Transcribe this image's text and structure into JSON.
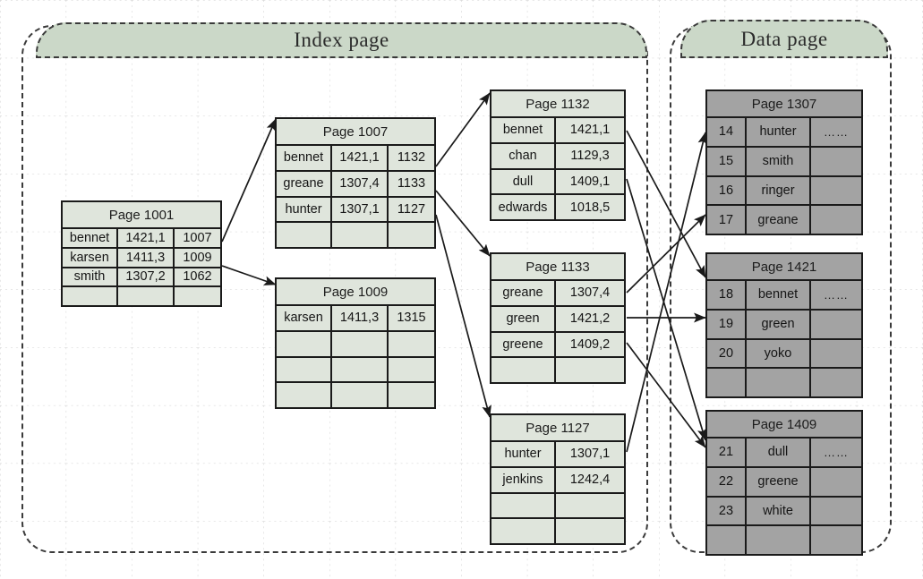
{
  "regions": {
    "index": {
      "label": "Index page"
    },
    "data": {
      "label": "Data page"
    }
  },
  "colors": {
    "index_cell": "#dfe5dc",
    "data_cell": "#a3a3a3",
    "banner": "#cbd8c8",
    "border": "#1a1a1a",
    "region_border": "#3a3a3a"
  },
  "index_pages": [
    {
      "id": "page-1001",
      "title": "Page 1001",
      "level": "root",
      "columns": 3,
      "rows": [
        [
          "bennet",
          "1421,1",
          "1007"
        ],
        [
          "karsen",
          "1411,3",
          "1009"
        ],
        [
          "smith",
          "1307,2",
          "1062"
        ],
        [
          "",
          "",
          ""
        ]
      ]
    },
    {
      "id": "page-1007",
      "title": "Page 1007",
      "level": "intermediate",
      "columns": 3,
      "rows": [
        [
          "bennet",
          "1421,1",
          "1132"
        ],
        [
          "greane",
          "1307,4",
          "1133"
        ],
        [
          "hunter",
          "1307,1",
          "1127"
        ],
        [
          "",
          "",
          ""
        ]
      ]
    },
    {
      "id": "page-1009",
      "title": "Page 1009",
      "level": "intermediate",
      "columns": 3,
      "rows": [
        [
          "karsen",
          "1411,3",
          "1315"
        ],
        [
          "",
          "",
          ""
        ],
        [
          "",
          "",
          ""
        ],
        [
          "",
          "",
          ""
        ]
      ]
    },
    {
      "id": "page-1132",
      "title": "Page 1132",
      "level": "leaf",
      "columns": 2,
      "rows": [
        [
          "bennet",
          "1421,1"
        ],
        [
          "chan",
          "1129,3"
        ],
        [
          "dull",
          "1409,1"
        ],
        [
          "edwards",
          "1018,5"
        ]
      ]
    },
    {
      "id": "page-1133",
      "title": "Page 1133",
      "level": "leaf",
      "columns": 2,
      "rows": [
        [
          "greane",
          "1307,4"
        ],
        [
          "green",
          "1421,2"
        ],
        [
          "greene",
          "1409,2"
        ],
        [
          "",
          ""
        ]
      ]
    },
    {
      "id": "page-1127",
      "title": "Page 1127",
      "level": "leaf",
      "columns": 2,
      "rows": [
        [
          "hunter",
          "1307,1"
        ],
        [
          "jenkins",
          "1242,4"
        ],
        [
          "",
          ""
        ],
        [
          "",
          ""
        ]
      ]
    }
  ],
  "data_pages": [
    {
      "id": "page-1307",
      "title": "Page 1307",
      "columns": 3,
      "rows": [
        [
          "14",
          "hunter",
          "……"
        ],
        [
          "15",
          "smith",
          ""
        ],
        [
          "16",
          "ringer",
          ""
        ],
        [
          "17",
          "greane",
          ""
        ]
      ]
    },
    {
      "id": "page-1421",
      "title": "Page 1421",
      "columns": 3,
      "rows": [
        [
          "18",
          "bennet",
          "……"
        ],
        [
          "19",
          "green",
          ""
        ],
        [
          "20",
          "yoko",
          ""
        ],
        [
          "",
          "",
          ""
        ]
      ]
    },
    {
      "id": "page-1409",
      "title": "Page 1409",
      "columns": 3,
      "rows": [
        [
          "21",
          "dull",
          "……"
        ],
        [
          "22",
          "greene",
          ""
        ],
        [
          "23",
          "white",
          ""
        ],
        [
          "",
          "",
          ""
        ]
      ]
    }
  ],
  "connections": [
    {
      "from": "page-1001.row0",
      "to": "page-1007",
      "label": "1007"
    },
    {
      "from": "page-1001.row1",
      "to": "page-1009",
      "label": "1009"
    },
    {
      "from": "page-1007.row0",
      "to": "page-1132",
      "label": "1132"
    },
    {
      "from": "page-1007.row1",
      "to": "page-1133",
      "label": "1133"
    },
    {
      "from": "page-1007.row2",
      "to": "page-1127",
      "label": "1127"
    },
    {
      "from": "page-1132.row0",
      "to": "page-1421.row0",
      "label": "1421,1"
    },
    {
      "from": "page-1132.row2",
      "to": "page-1409.row0",
      "label": "1409,1"
    },
    {
      "from": "page-1133.row0",
      "to": "page-1307.row3",
      "label": "1307,4"
    },
    {
      "from": "page-1133.row1",
      "to": "page-1421.row1",
      "label": "1421,2"
    },
    {
      "from": "page-1133.row2",
      "to": "page-1409.row1",
      "label": "1409,2"
    },
    {
      "from": "page-1127.row0",
      "to": "page-1307.row0",
      "label": "1307,1"
    }
  ]
}
